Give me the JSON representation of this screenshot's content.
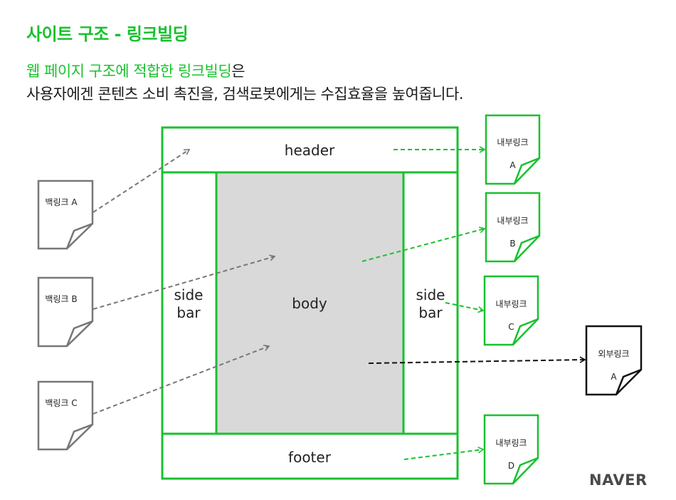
{
  "title": "사이트 구조 - 링크빌딩",
  "description": {
    "line1_highlight": "웹 페이지 구조에 적합한 링크빌딩",
    "line1_rest": "은",
    "line2": "사용자에겐 콘텐츠 소비 촉진을, 검색로봇에게는 수집효율을 높여줍니다."
  },
  "page_regions": {
    "header": "header",
    "sidebar_left": [
      "side",
      "bar"
    ],
    "body": "body",
    "sidebar_right": [
      "side",
      "bar"
    ],
    "footer": "footer"
  },
  "backlinks": [
    "백링크 A",
    "백링크 B",
    "백링크 C"
  ],
  "internal_links": [
    [
      "내부링크",
      "A"
    ],
    [
      "내부링크",
      "B"
    ],
    [
      "내부링크",
      "C"
    ],
    [
      "내부링크",
      "D"
    ]
  ],
  "external_link": [
    "외부링크",
    "A"
  ],
  "logo": "NAVER",
  "colors": {
    "green": "#19c12e",
    "gray_doc": "#777777",
    "body_fill": "#d9d9d9",
    "external": "#111111"
  }
}
